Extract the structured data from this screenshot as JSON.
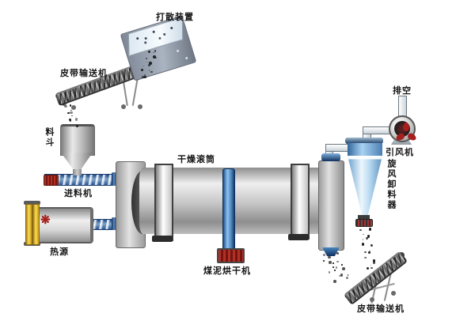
{
  "labels": {
    "breaker_device": "打散装置",
    "feed_belt_conveyor": "皮带输送机",
    "hopper": "料斗",
    "screw_feeder": "进料机",
    "heat_source": "热源",
    "drying_drum": "干燥滚筒",
    "coal_slurry_dryer": "煤泥烘干机",
    "vent": "排空",
    "induced_draft_fan": "引风机",
    "cyclone_discharger": "旋风卸料器",
    "discharge_belt_conveyor": "皮带输送机"
  },
  "icons": {
    "flame_glyph": "❋"
  },
  "colors": {
    "pipe_blue": "#4a7ab5",
    "cyclone_blue": "#9cc6e6",
    "motor_red": "#a52a22",
    "heat_yellow": "#eace3c",
    "metal_gray": "#bcbcbc",
    "label_text": "#151515",
    "background": "#ffffff"
  }
}
